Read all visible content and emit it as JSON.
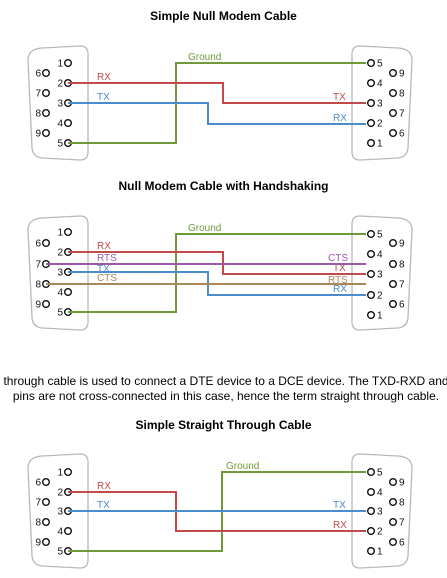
{
  "section1": {
    "title": "Simple Null Modem Cable",
    "labels": {
      "ground": "Ground",
      "rx_left": "RX",
      "tx_left": "TX",
      "tx_right": "TX",
      "rx_right": "RX"
    }
  },
  "section2": {
    "title": "Null Modem Cable with Handshaking",
    "labels": {
      "ground": "Ground",
      "rx_left": "RX",
      "rts_left": "RTS",
      "tx_left": "TX",
      "cts_left": "CTS",
      "cts_right": "CTS",
      "tx_right": "TX",
      "rts_right": "RTS",
      "rx_right": "RX"
    }
  },
  "paragraph": {
    "line1": "through cable is used to connect a DTE device to a DCE device. The TXD-RXD and",
    "line2": "pins are not cross-connected in this case, hence the term straight through cable."
  },
  "section3": {
    "title": "Simple Straight Through Cable",
    "labels": {
      "ground": "Ground",
      "rx_left": "RX",
      "tx_left": "TX",
      "tx_right": "TX",
      "rx_right": "RX"
    }
  },
  "connector": {
    "left_top_pins": [
      "1",
      "2",
      "3",
      "4",
      "5"
    ],
    "left_bottom_pins": [
      "6",
      "7",
      "8",
      "9"
    ],
    "right_top_pins": [
      "5",
      "4",
      "3",
      "2",
      "1"
    ],
    "right_bottom_pins": [
      "9",
      "8",
      "7",
      "6"
    ]
  },
  "colors": {
    "ground": "#6e9a3a",
    "rx": "#c24a4a",
    "tx": "#4a8ccc",
    "rts": "#9a5aa8",
    "cts": "#a8885a"
  }
}
